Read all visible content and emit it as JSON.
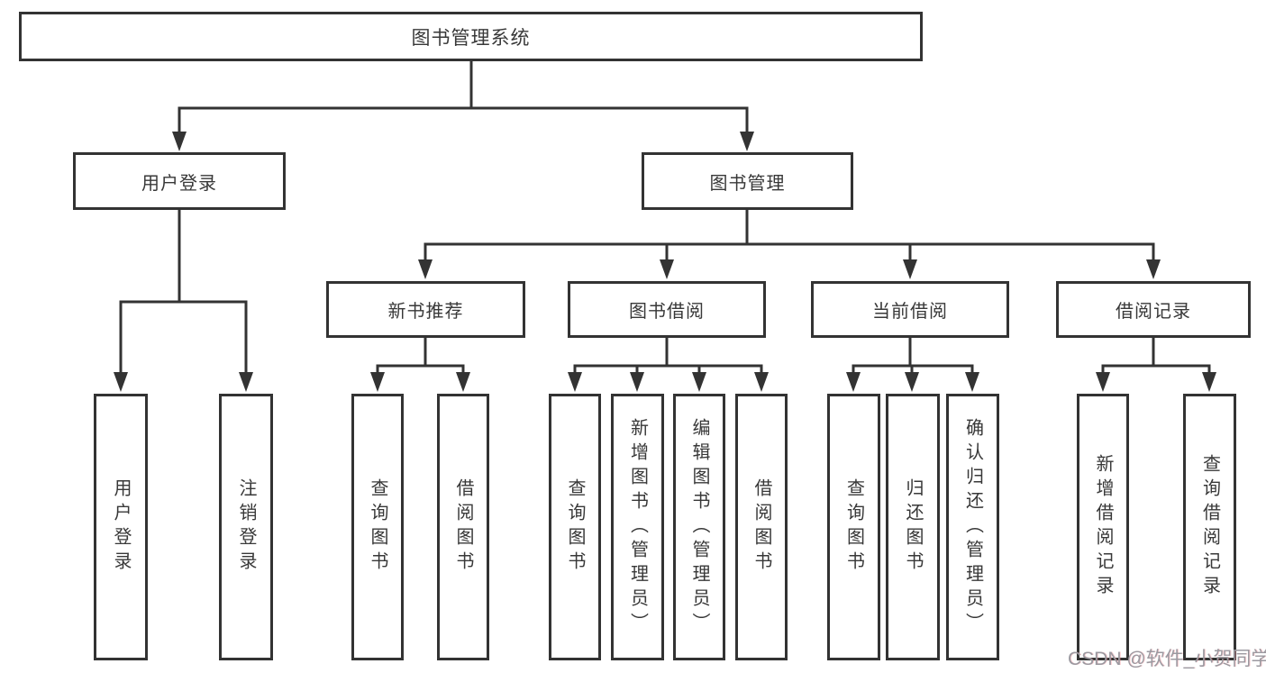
{
  "diagram": {
    "root": {
      "label": "图书管理系统"
    },
    "branches": [
      {
        "label": "用户登录",
        "children": [
          {
            "label": "用户登录"
          },
          {
            "label": "注销登录"
          }
        ]
      },
      {
        "label": "图书管理",
        "children": [
          {
            "label": "新书推荐",
            "children": [
              {
                "label": "查询图书"
              },
              {
                "label": "借阅图书"
              }
            ]
          },
          {
            "label": "图书借阅",
            "children": [
              {
                "label": "查询图书"
              },
              {
                "label": "新增图书（管理员）"
              },
              {
                "label": "编辑图书（管理员）"
              },
              {
                "label": "借阅图书"
              }
            ]
          },
          {
            "label": "当前借阅",
            "children": [
              {
                "label": "查询图书"
              },
              {
                "label": "归还图书"
              },
              {
                "label": "确认归还（管理员）"
              }
            ]
          },
          {
            "label": "借阅记录",
            "children": [
              {
                "label": "新增借阅记录"
              },
              {
                "label": "查询借阅记录"
              }
            ]
          }
        ]
      }
    ]
  },
  "watermark": {
    "text": "CSDN @软件_小贺同学"
  },
  "colors": {
    "line": "#333333",
    "border": "#333333",
    "text": "#383838",
    "boxbg": "#ffffff",
    "pagebg": "#ffffff",
    "watermark": "#9b99a0"
  }
}
